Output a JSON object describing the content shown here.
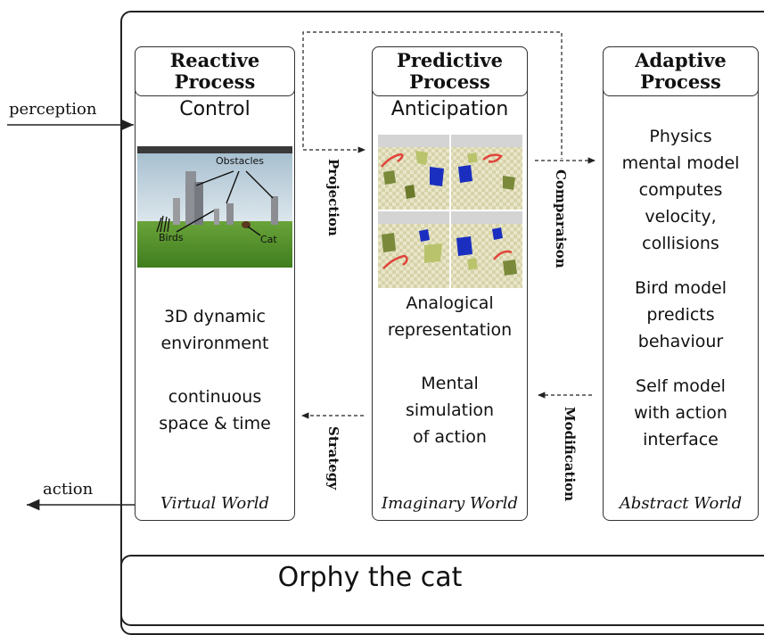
{
  "diagram": {
    "columns": [
      {
        "title_line1": "Reactive",
        "title_line2": "Process",
        "subtitle": "Control",
        "screenshot": {
          "labels": {
            "obstacles": "Obstacles",
            "birds": "Birds",
            "cat": "Cat"
          }
        },
        "body_lines": [
          "3D dynamic",
          "environment",
          "",
          "continuous",
          "space & time"
        ],
        "world": "Virtual World"
      },
      {
        "title_line1": "Predictive",
        "title_line2": "Process",
        "subtitle": "Anticipation",
        "body_lines": [
          "Analogical",
          "representation",
          "",
          "Mental",
          "simulation",
          "of action"
        ],
        "world": "Imaginary World"
      },
      {
        "title_line1": "Adaptive",
        "title_line2": "Process",
        "body_lines": [
          "Physics",
          "mental model",
          "computes",
          "velocity,",
          "collisions",
          "",
          "Bird model",
          "predicts",
          "behaviour",
          "",
          "Self model",
          "with action",
          "interface"
        ],
        "world": "Abstract World"
      }
    ],
    "arrows": {
      "projection": "Projection",
      "comparaison": "Comparaison",
      "strategy": "Strategy",
      "modification": "Modification"
    },
    "inputs": {
      "perception": "perception",
      "action": "action"
    },
    "system_label": "Orphy the cat"
  }
}
